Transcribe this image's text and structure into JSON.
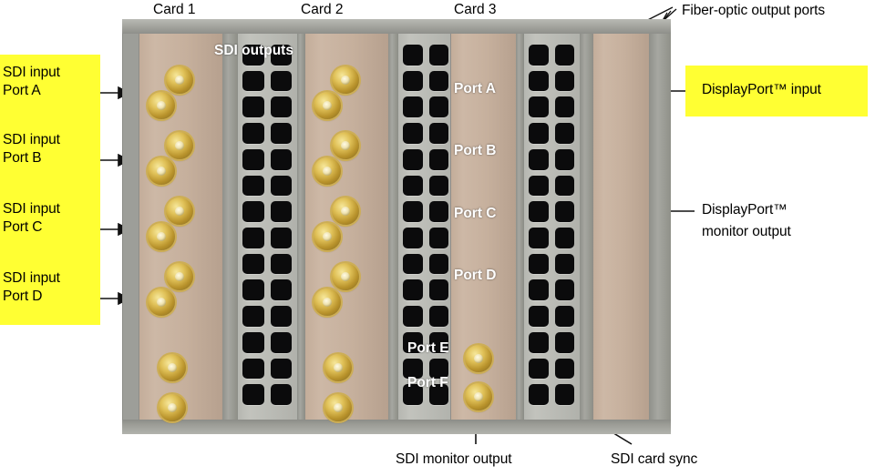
{
  "figure": {
    "kind": "annotated-photo",
    "subject": "Rear panel of a video processing chassis showing three cards"
  },
  "card_titles": [
    {
      "label": "Card 1"
    },
    {
      "label": "Card 2"
    },
    {
      "label": "Card 3"
    }
  ],
  "callouts": {
    "sdi_outputs": "SDI outputs",
    "fiber_optic": "Fiber-optic output ports",
    "displayport_input": "DisplayPort™ input",
    "displayport_monitor_output": "DisplayPort™\nmonitor output",
    "sdi_monitor_output": "SDI monitor output",
    "sdi_card_sync": "SDI card sync"
  },
  "sdi_inputs": [
    {
      "line1": "SDI input",
      "line2": "Port A"
    },
    {
      "line1": "SDI input",
      "line2": "Port B"
    },
    {
      "line1": "SDI input",
      "line2": "Port C"
    },
    {
      "line1": "SDI input",
      "line2": "Port D"
    }
  ],
  "card3_ports": [
    {
      "label": "Port A"
    },
    {
      "label": "Port B"
    },
    {
      "label": "Port C"
    },
    {
      "label": "Port D"
    },
    {
      "label": "Port E"
    },
    {
      "label": "Port F"
    }
  ],
  "colors": {
    "highlight": "#ffff33",
    "callout_text": "#000000",
    "overlay_text": "#ffffff",
    "arrow_dark": "#111111",
    "arrow_light": "#ffffff",
    "page_background": "#ffffff"
  }
}
